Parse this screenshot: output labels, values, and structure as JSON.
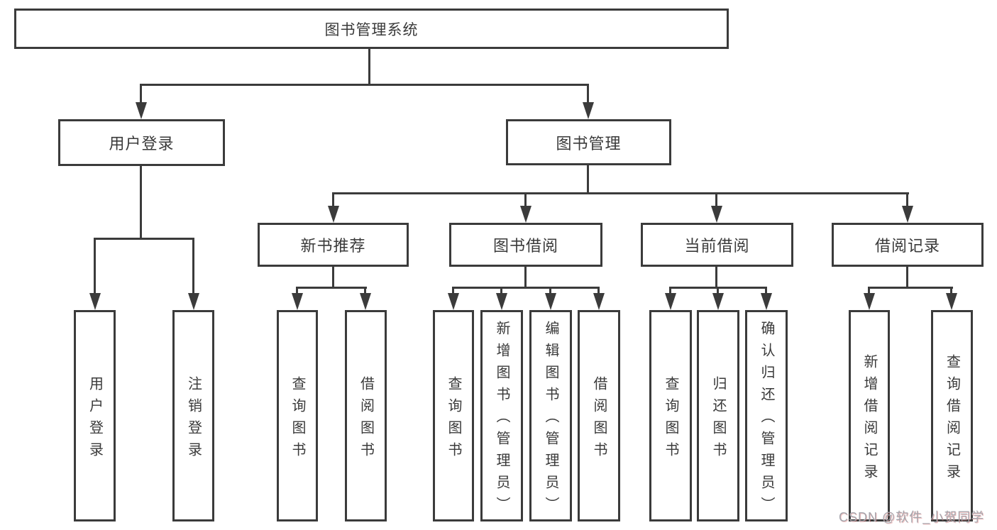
{
  "nodes": {
    "root": "图书管理系统",
    "login": "用户登录",
    "book_mgmt": "图书管理",
    "new_book_rec": "新书推荐",
    "book_borrow": "图书借阅",
    "current_borrow": "当前借阅",
    "borrow_record": "借阅记录"
  },
  "leaves": {
    "user_login": "用户登录",
    "logout": "注销登录",
    "rec_query": "查询图书",
    "rec_borrow": "借阅图书",
    "bor_query": "查询图书",
    "bor_add": "新增图书（管理员）",
    "bor_edit": "编辑图书（管理员）",
    "bor_borrow": "借阅图书",
    "cur_query": "查询图书",
    "cur_return": "归还图书",
    "cur_confirm": "确认归还（管理员）",
    "hist_add": "新增借阅记录",
    "hist_query": "查询借阅记录"
  },
  "watermark": {
    "text": "CSDN @软件_小贺同学"
  },
  "colors": {
    "line": "#3b3b3b",
    "text": "#3a3a3a",
    "watermark": "#a5a5ac",
    "background": "#ffffff"
  }
}
